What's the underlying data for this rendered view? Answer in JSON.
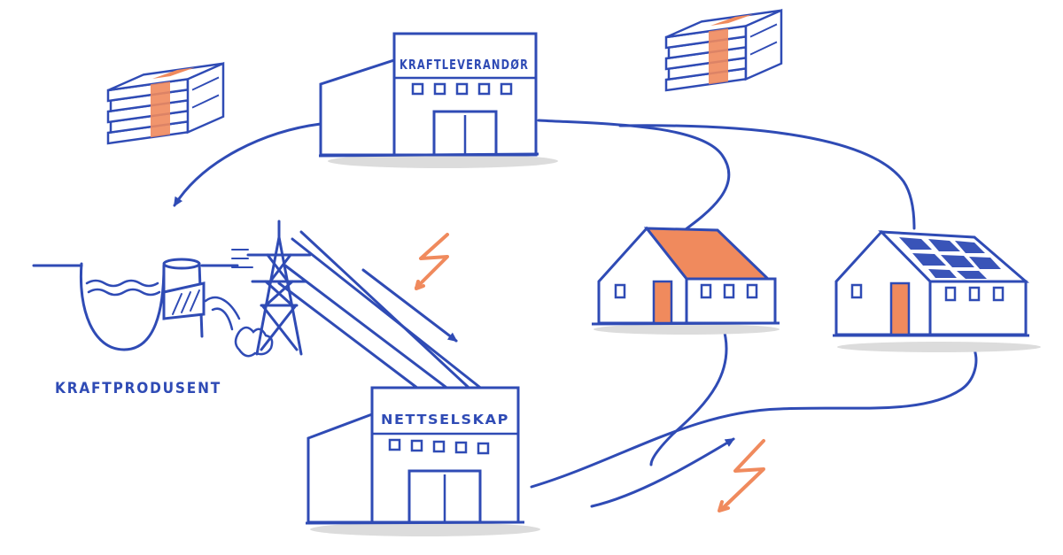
{
  "labels": {
    "supplier": "KRAFTLEVERANDØR",
    "producer": "KRAFTPRODUSENT",
    "grid_company": "NETTSELSKAP"
  },
  "colors": {
    "ink": "#2f4bb5",
    "accent": "#f08a5d",
    "shadow": "#dcdcdc",
    "background": "#ffffff"
  },
  "icons": [
    "money-stack-icon",
    "building-icon",
    "dam-icon",
    "power-pylon-icon",
    "house-icon",
    "solar-house-icon",
    "lightning-icon",
    "arrow-icon"
  ]
}
